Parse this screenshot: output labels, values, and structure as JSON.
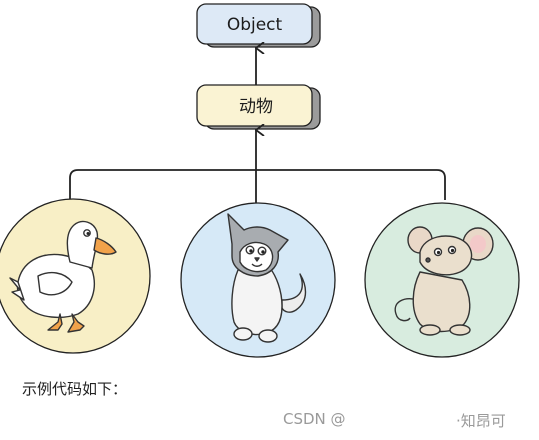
{
  "diagram": {
    "root_node": {
      "label": "Object",
      "fill": "#dde9f6"
    },
    "parent_node": {
      "label": "动物",
      "fill": "#faf3d3"
    },
    "children": [
      {
        "animal": "duck",
        "circle_fill": "#f8efc6"
      },
      {
        "animal": "cat",
        "circle_fill": "#d6e9f7"
      },
      {
        "animal": "mouse",
        "circle_fill": "#d8ecdf"
      }
    ],
    "shadow_color": "#9b9b9b",
    "line_color": "#222222"
  },
  "caption": "示例代码如下：",
  "watermark": {
    "left": "CSDN @",
    "right": "·知昂可"
  }
}
